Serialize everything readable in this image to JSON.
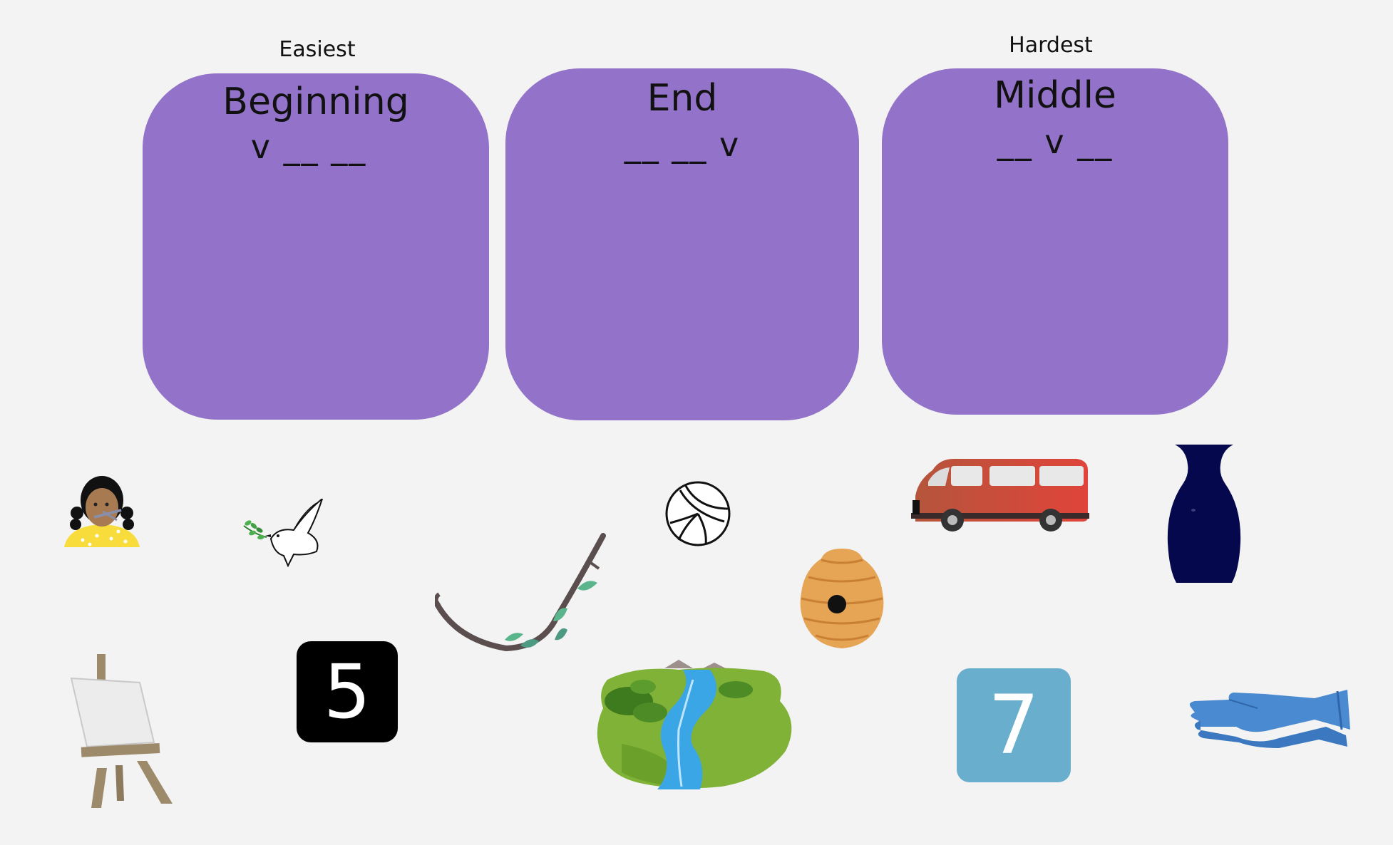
{
  "difficulty": {
    "easiest": "Easiest",
    "hardest": "Hardest"
  },
  "cards": [
    {
      "title": "Beginning",
      "pattern": "v __ __"
    },
    {
      "title": "End",
      "pattern": "__ __ v"
    },
    {
      "title": "Middle",
      "pattern": "__ v __"
    }
  ],
  "tiles": {
    "five": "5",
    "seven": "7"
  },
  "colors": {
    "card": "#9373c9",
    "background": "#f3f3f3"
  },
  "icons": [
    "girl-violin-icon",
    "dove-icon",
    "vine-icon",
    "volleyball-icon",
    "van-icon",
    "vase-icon",
    "beehive-icon",
    "easel-icon",
    "number-five-icon",
    "river-valley-icon",
    "number-seven-icon",
    "gloves-icon"
  ]
}
